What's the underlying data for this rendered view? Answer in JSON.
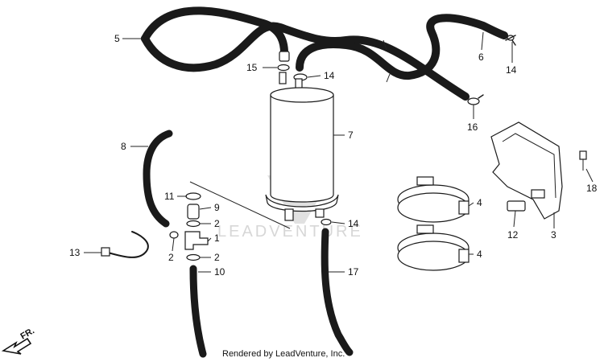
{
  "callouts": [
    {
      "id": "c5",
      "text": "5"
    },
    {
      "id": "c6",
      "text": "6"
    },
    {
      "id": "c14a",
      "text": "14"
    },
    {
      "id": "c15",
      "text": "15"
    },
    {
      "id": "c14b",
      "text": "14"
    },
    {
      "id": "c16",
      "text": "16"
    },
    {
      "id": "c7",
      "text": "7"
    },
    {
      "id": "c8",
      "text": "8"
    },
    {
      "id": "c11",
      "text": "11"
    },
    {
      "id": "c9",
      "text": "9"
    },
    {
      "id": "c2a",
      "text": "2"
    },
    {
      "id": "c2b",
      "text": "2"
    },
    {
      "id": "c1",
      "text": "1"
    },
    {
      "id": "c2c",
      "text": "2"
    },
    {
      "id": "c10",
      "text": "10"
    },
    {
      "id": "c13",
      "text": "13"
    },
    {
      "id": "c14c",
      "text": "14"
    },
    {
      "id": "c17",
      "text": "17"
    },
    {
      "id": "c4a",
      "text": "4"
    },
    {
      "id": "c4b",
      "text": "4"
    },
    {
      "id": "c12",
      "text": "12"
    },
    {
      "id": "c3",
      "text": "3"
    },
    {
      "id": "c18",
      "text": "18"
    }
  ],
  "direction_label": "FR.",
  "watermark": "LEADVENTURE",
  "credit": "Rendered by LeadVenture, Inc."
}
